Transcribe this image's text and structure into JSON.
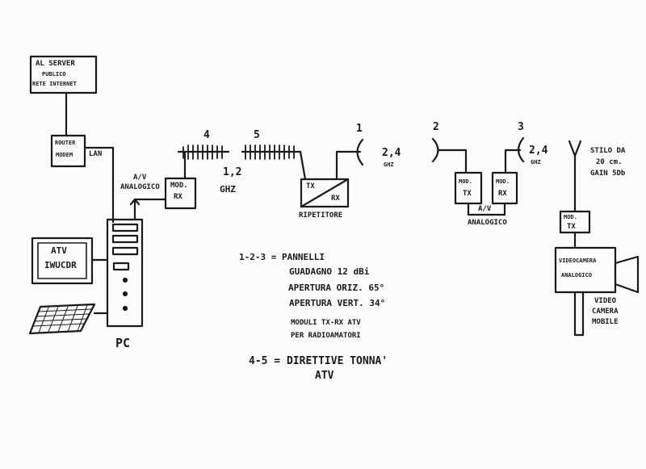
{
  "server": {
    "line1": "AL SERVER",
    "line2": "PUBLICO",
    "line3": "RETE INTERNET"
  },
  "router": {
    "line1": "ROUTER",
    "line2": "MODEM"
  },
  "lan": "LAN",
  "av_analogico": {
    "line1": "A/V",
    "line2": "ANALOGICO"
  },
  "mod_rx_left": {
    "line1": "MOD.",
    "line2": "RX"
  },
  "freq_12": {
    "value": "1,2",
    "unit": "GHZ"
  },
  "antenna_4": "4",
  "antenna_5": "5",
  "repeater": {
    "tx": "TX",
    "rx": "RX",
    "label": "RIPETITORE"
  },
  "antenna_1": "1",
  "freq_24_a": {
    "value": "2,4",
    "unit": "GHZ"
  },
  "antenna_2": "2",
  "antenna_3": "3",
  "freq_24_b": {
    "value": "2,4",
    "unit": "GHZ"
  },
  "mod_tx_mid": {
    "line1": "MOD.",
    "line2": "TX"
  },
  "mod_rx_mid": {
    "line1": "MOD.",
    "line2": "RX"
  },
  "av_mid": "A/V",
  "analogico_mid": "ANALOGICO",
  "stilo": {
    "line1": "STILO DA",
    "line2": "20 cm.",
    "line3": "GAIN 5Db"
  },
  "mod_tx_right": {
    "line1": "MOD.",
    "line2": "TX"
  },
  "videocamera": {
    "line1": "VIDEOCAMERA",
    "line2": "ANALOGICO"
  },
  "video_mobile": {
    "line1": "VIDEO",
    "line2": "CAMERA",
    "line3": "MOBILE"
  },
  "monitor": {
    "line1": "ATV",
    "line2": "IWUCDR"
  },
  "pc": "PC",
  "notes": {
    "pannelli": "1-2-3 = PANNELLI",
    "guadagno": "GUADAGNO 12 dBi",
    "apertura_oriz": "APERTURA ORIZ. 65°",
    "apertura_vert": "APERTURA VERT. 34°",
    "moduli1": "MODULI TX-RX ATV",
    "moduli2": "PER RADIOAMATORI",
    "direttive1": "4-5 = DIRETTIVE TONNA'",
    "direttive2": "ATV"
  }
}
